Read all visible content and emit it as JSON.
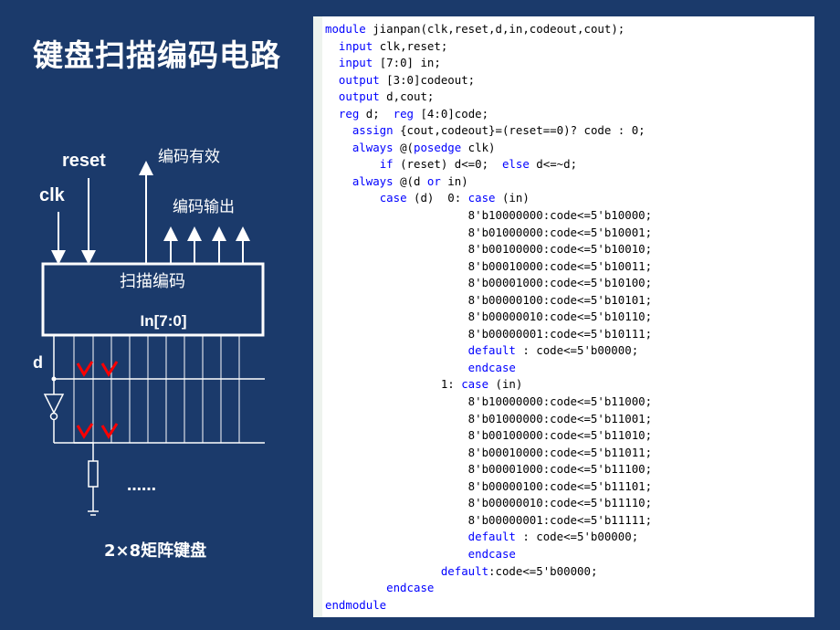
{
  "slide": {
    "title": "键盘扫描编码电路"
  },
  "diagram": {
    "labels": {
      "reset": "reset",
      "clk": "clk",
      "encode_valid": "编码有效",
      "encode_output": "编码输出",
      "block_title": "扫描编码",
      "block_input": "In[7:0]",
      "d": "d",
      "ellipsis": "……",
      "caption": "2×8矩阵键盘"
    }
  },
  "code": {
    "lines": [
      [
        {
          "t": "module",
          "k": 1
        },
        {
          "t": " jianpan(clk,reset,d,in,codeout,cout);"
        }
      ],
      [
        {
          "t": "  "
        },
        {
          "t": "input",
          "k": 1
        },
        {
          "t": " clk,reset;"
        }
      ],
      [
        {
          "t": "  "
        },
        {
          "t": "input",
          "k": 1
        },
        {
          "t": " [7:0] in;"
        }
      ],
      [
        {
          "t": "  "
        },
        {
          "t": "output",
          "k": 1
        },
        {
          "t": " [3:0]codeout;"
        }
      ],
      [
        {
          "t": "  "
        },
        {
          "t": "output",
          "k": 1
        },
        {
          "t": " d,cout;"
        }
      ],
      [
        {
          "t": "  "
        },
        {
          "t": "reg",
          "k": 1
        },
        {
          "t": " d;  "
        },
        {
          "t": "reg",
          "k": 1
        },
        {
          "t": " [4:0]code;"
        }
      ],
      [
        {
          "t": "    "
        },
        {
          "t": "assign",
          "k": 1
        },
        {
          "t": " {cout,codeout}=(reset==0)? code : 0;"
        }
      ],
      [
        {
          "t": "    "
        },
        {
          "t": "always",
          "k": 1
        },
        {
          "t": " @("
        },
        {
          "t": "posedge",
          "k": 1
        },
        {
          "t": " clk)"
        }
      ],
      [
        {
          "t": "        "
        },
        {
          "t": "if",
          "k": 1
        },
        {
          "t": " (reset) d<=0;  "
        },
        {
          "t": "else",
          "k": 1
        },
        {
          "t": " d<=~d;"
        }
      ],
      [
        {
          "t": "    "
        },
        {
          "t": "always",
          "k": 1
        },
        {
          "t": " @(d "
        },
        {
          "t": "or",
          "k": 1
        },
        {
          "t": " in)"
        }
      ],
      [
        {
          "t": "        "
        },
        {
          "t": "case",
          "k": 1
        },
        {
          "t": " (d)  0: "
        },
        {
          "t": "case",
          "k": 1
        },
        {
          "t": " (in)"
        }
      ],
      [
        {
          "t": "                     8'b10000000:code<=5'b10000;"
        }
      ],
      [
        {
          "t": "                     8'b01000000:code<=5'b10001;"
        }
      ],
      [
        {
          "t": "                     8'b00100000:code<=5'b10010;"
        }
      ],
      [
        {
          "t": "                     8'b00010000:code<=5'b10011;"
        }
      ],
      [
        {
          "t": "                     8'b00001000:code<=5'b10100;"
        }
      ],
      [
        {
          "t": "                     8'b00000100:code<=5'b10101;"
        }
      ],
      [
        {
          "t": "                     8'b00000010:code<=5'b10110;"
        }
      ],
      [
        {
          "t": "                     8'b00000001:code<=5'b10111;"
        }
      ],
      [
        {
          "t": "                     "
        },
        {
          "t": "default",
          "k": 1
        },
        {
          "t": " : code<=5'b00000;"
        }
      ],
      [
        {
          "t": "                     "
        },
        {
          "t": "endcase",
          "k": 1
        }
      ],
      [
        {
          "t": "                 1: "
        },
        {
          "t": "case",
          "k": 1
        },
        {
          "t": " (in)"
        }
      ],
      [
        {
          "t": "                     8'b10000000:code<=5'b11000;"
        }
      ],
      [
        {
          "t": "                     8'b01000000:code<=5'b11001;"
        }
      ],
      [
        {
          "t": "                     8'b00100000:code<=5'b11010;"
        }
      ],
      [
        {
          "t": "                     8'b00010000:code<=5'b11011;"
        }
      ],
      [
        {
          "t": "                     8'b00001000:code<=5'b11100;"
        }
      ],
      [
        {
          "t": "                     8'b00000100:code<=5'b11101;"
        }
      ],
      [
        {
          "t": "                     8'b00000010:code<=5'b11110;"
        }
      ],
      [
        {
          "t": "                     8'b00000001:code<=5'b11111;"
        }
      ],
      [
        {
          "t": "                     "
        },
        {
          "t": "default",
          "k": 1
        },
        {
          "t": " : code<=5'b00000;"
        }
      ],
      [
        {
          "t": "                     "
        },
        {
          "t": "endcase",
          "k": 1
        }
      ],
      [
        {
          "t": "                 "
        },
        {
          "t": "default",
          "k": 1
        },
        {
          "t": ":code<=5'b00000;"
        }
      ],
      [
        {
          "t": "         "
        },
        {
          "t": "endcase",
          "k": 1
        }
      ],
      [
        {
          "t": "endmodule",
          "k": 1
        }
      ]
    ]
  },
  "colors": {
    "background": "#1b3a6b",
    "keyword": "#0000ff",
    "marker": "#ff0000",
    "line": "#ffffff"
  }
}
